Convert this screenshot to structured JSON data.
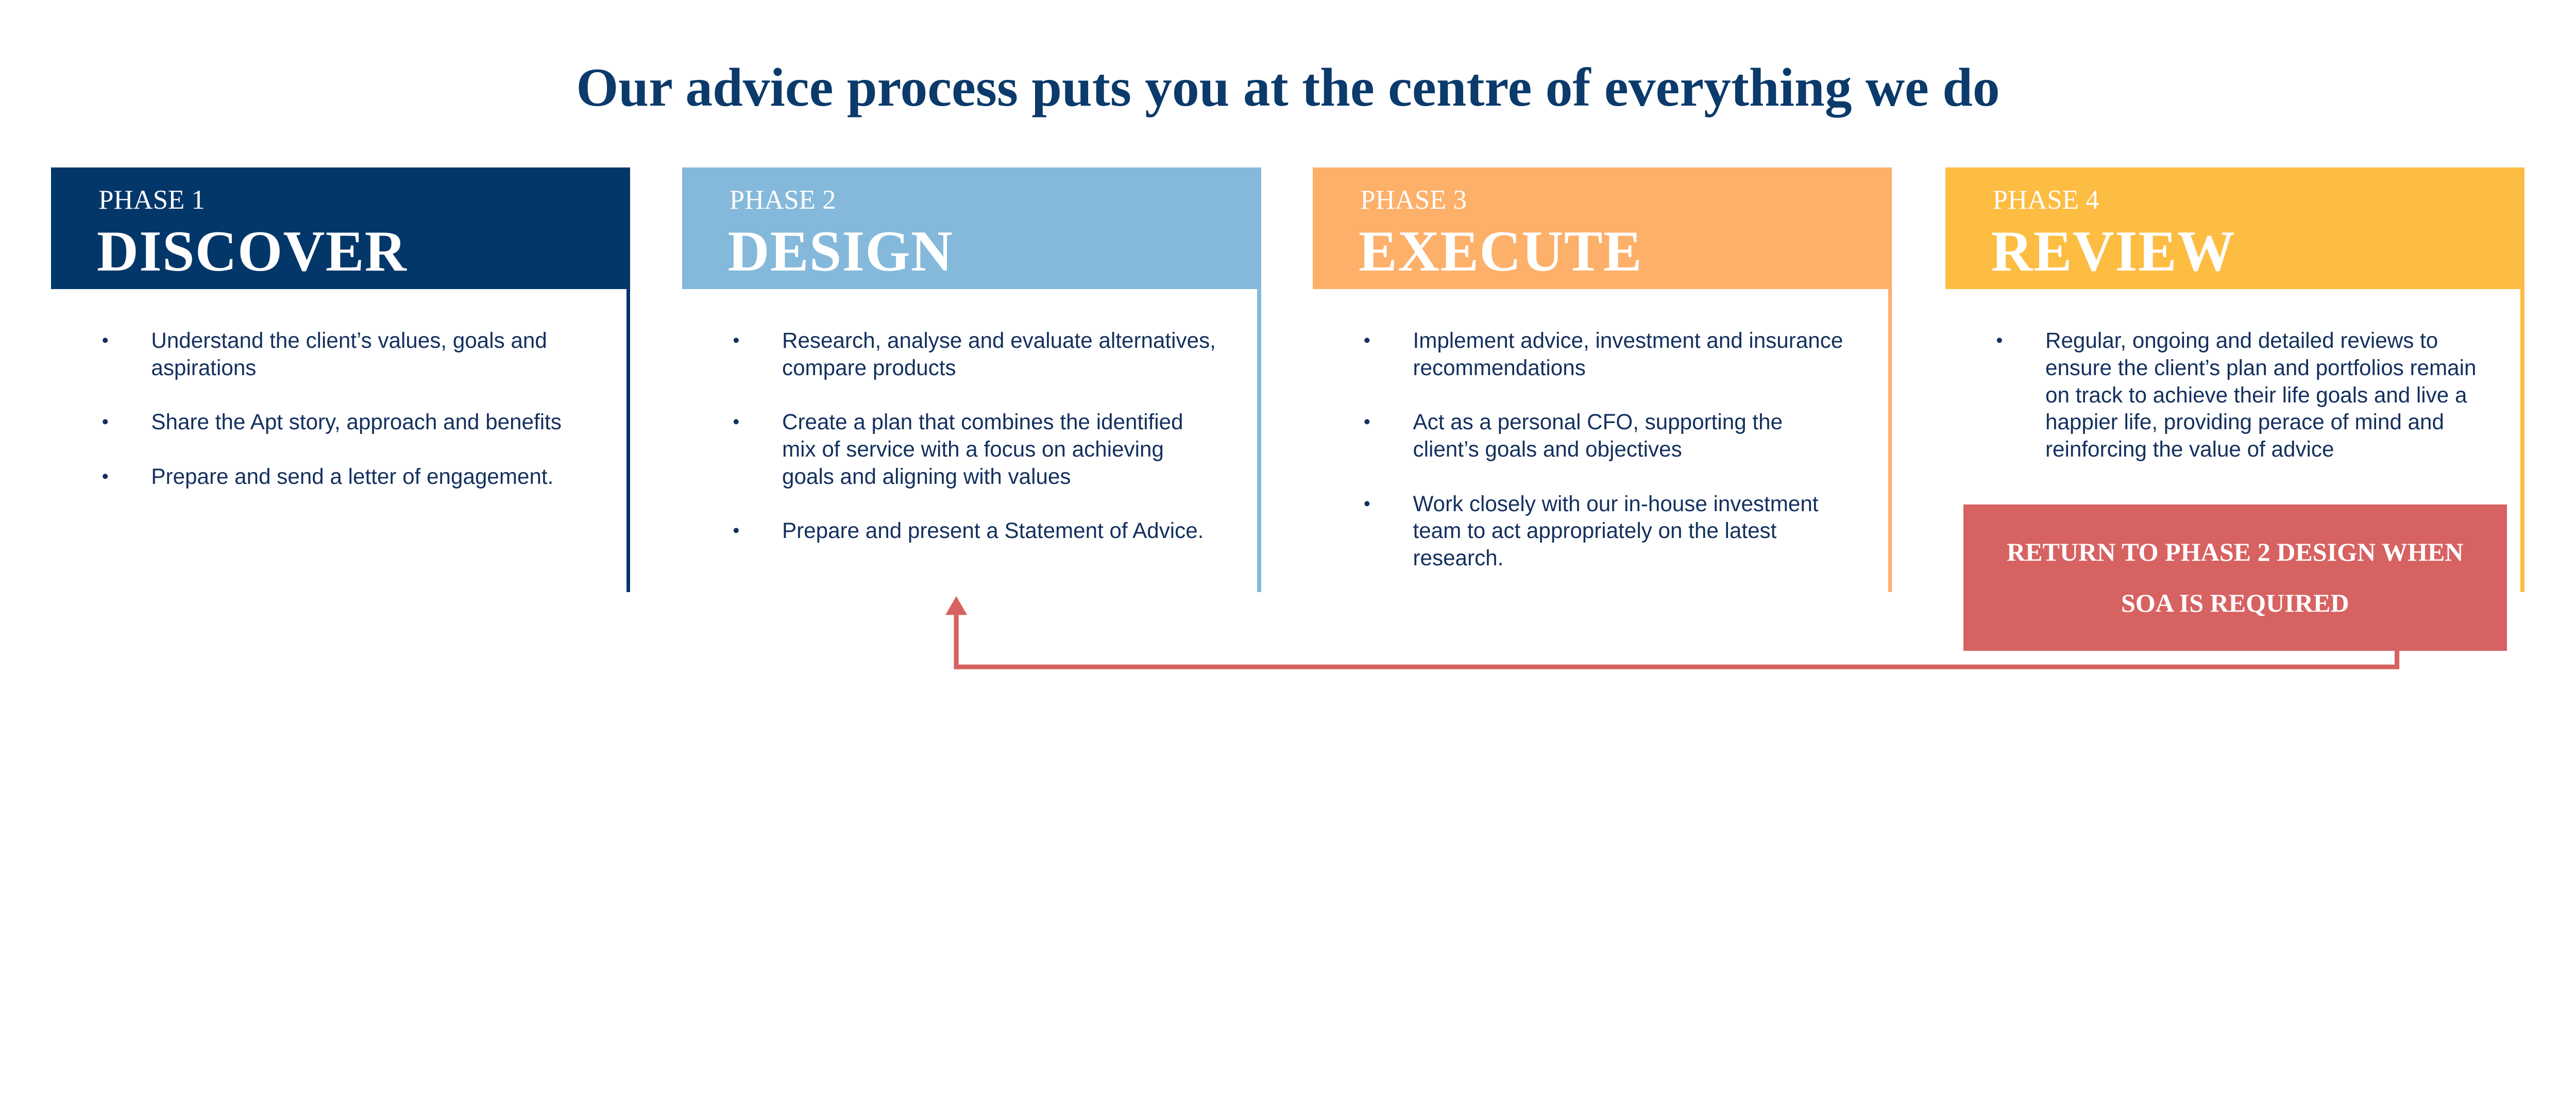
{
  "title": "Our advice process puts you at the centre of everything we do",
  "colors": {
    "phase1": "#03376a",
    "phase2": "#84b9db",
    "phase3": "#fdb06a",
    "phase4": "#fdbc42",
    "return_box": "#d76262",
    "text": "#13305e"
  },
  "phases": [
    {
      "label": "PHASE 1",
      "name": "DISCOVER",
      "bullets": [
        "Understand the client’s values, goals and aspirations",
        "Share the Apt story, approach and benefits",
        "Prepare and send a letter of engagement."
      ]
    },
    {
      "label": "PHASE 2",
      "name": "DESIGN",
      "bullets": [
        "Research, analyse and evaluate alternatives, compare products",
        "Create a plan that combines the identified mix of service with a focus on achieving goals and aligning with values",
        "Prepare and present a Statement of Advice."
      ]
    },
    {
      "label": "PHASE 3",
      "name": "EXECUTE",
      "bullets": [
        "Implement advice, investment and insurance recommendations",
        "Act as a personal CFO, supporting the client’s goals and objectives",
        "Work closely with our in-house investment team to act appropriately on the latest research."
      ]
    },
    {
      "label": "PHASE 4",
      "name": "REVIEW",
      "bullets": [
        "Regular, ongoing and detailed reviews to ensure the client’s plan and portfolios remain on track to achieve their life goals and live a happier life, providing perace of mind and reinforcing the value of advice"
      ]
    }
  ],
  "return_note": "RETURN TO PHASE 2 DESIGN WHEN SOA IS REQUIRED",
  "bullet_glyph": "•"
}
